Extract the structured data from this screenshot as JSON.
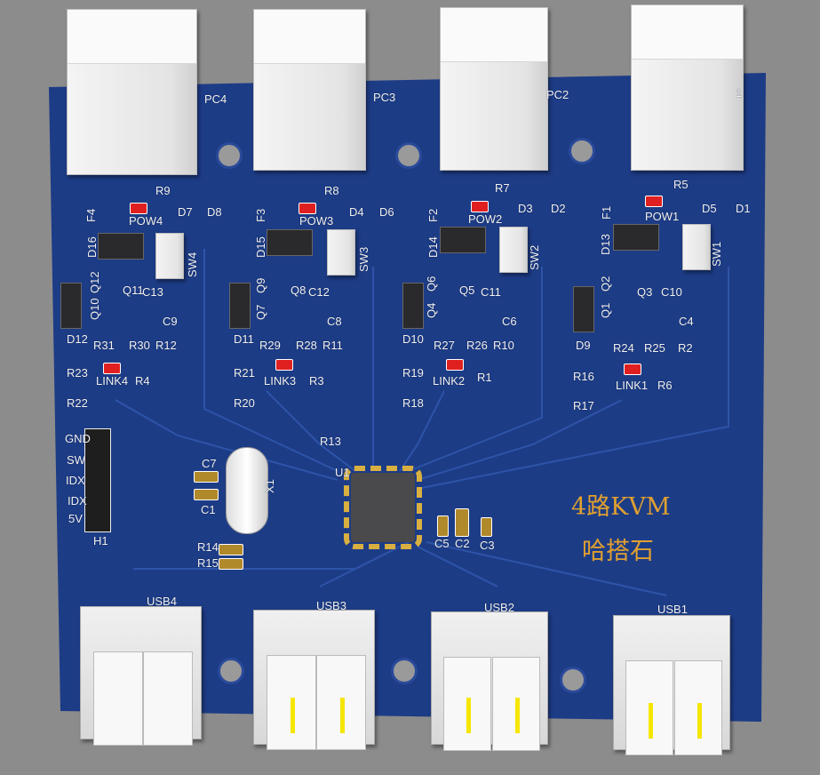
{
  "board": {
    "colors": {
      "background": "#8c8c8c",
      "pcb": "#1d3c86",
      "silkscreen": "#f2f2f2",
      "title_text": "#e0a030",
      "led": "#e02020"
    },
    "title_line1": "4路KVM",
    "title_line2": "哈搭石",
    "connectors": {
      "rj45": [
        "PC4",
        "PC3",
        "PC2",
        "1"
      ],
      "usb": [
        "USB4",
        "USB3",
        "USB2",
        "USB1"
      ]
    },
    "header": {
      "ref": "H1",
      "pins": [
        "GND",
        "SW",
        "IDX",
        "IDX",
        "5V"
      ]
    },
    "labels": [
      "R9",
      "D7",
      "D8",
      "F4",
      "POW4",
      "D16",
      "SW4",
      "Q12",
      "Q11",
      "C13",
      "Q10",
      "C9",
      "D12",
      "R31",
      "R30",
      "R12",
      "R23",
      "LINK4",
      "R4",
      "R22",
      "R8",
      "D4",
      "D6",
      "F3",
      "POW3",
      "D15",
      "SW3",
      "Q9",
      "Q8",
      "C12",
      "Q7",
      "C8",
      "D11",
      "R29",
      "R28",
      "R11",
      "R21",
      "LINK3",
      "R3",
      "R20",
      "R7",
      "D3",
      "D2",
      "F2",
      "POW2",
      "D14",
      "SW2",
      "Q6",
      "Q5",
      "C11",
      "Q4",
      "C6",
      "D10",
      "R27",
      "R26",
      "R10",
      "R19",
      "LINK2",
      "R1",
      "R18",
      "R5",
      "D5",
      "D1",
      "F1",
      "POW1",
      "D13",
      "SW1",
      "Q2",
      "Q3",
      "C10",
      "Q1",
      "C4",
      "D9",
      "R24",
      "R25",
      "R2",
      "R16",
      "LINK1",
      "R6",
      "R17",
      "C7",
      "C1",
      "X1",
      "R13",
      "U1",
      "C5",
      "C2",
      "C3",
      "R14",
      "R15"
    ]
  }
}
